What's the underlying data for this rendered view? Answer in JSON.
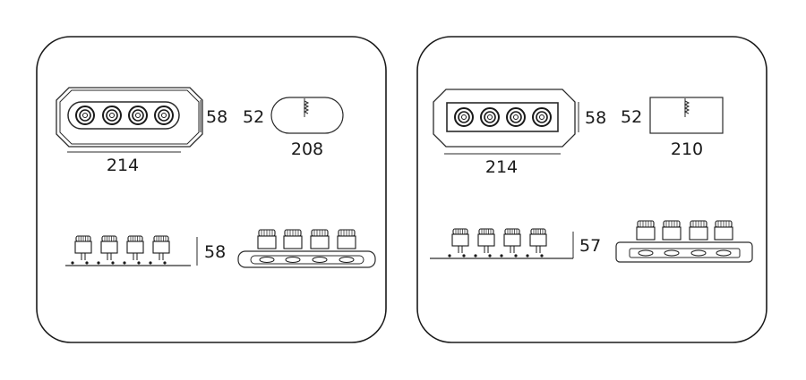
{
  "panels": [
    {
      "front_width": "214",
      "front_height": "58",
      "cut_height": "52",
      "cut_width": "208",
      "side_height": "58"
    },
    {
      "front_width": "214",
      "front_height": "58",
      "cut_height": "52",
      "cut_width": "210",
      "side_height": "57"
    }
  ],
  "colors": {
    "line": "#1a1a1a",
    "background": "#ffffff"
  }
}
